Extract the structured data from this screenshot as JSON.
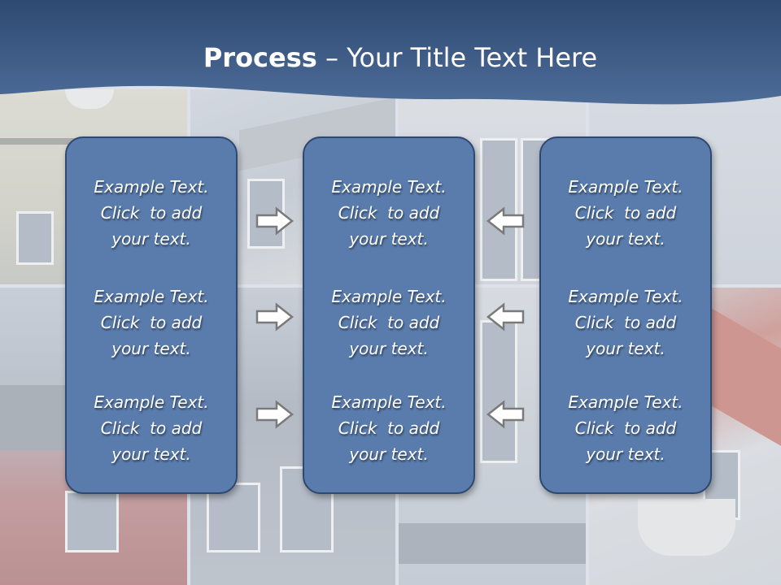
{
  "title": {
    "bold": "Process",
    "rest": " – Your Title Text Here"
  },
  "panels": [
    {
      "cells": [
        {
          "line1": "Example Text.",
          "line2": "Click  to add",
          "line3": "your text."
        },
        {
          "line1": "Example Text.",
          "line2": "Click  to add",
          "line3": "your text."
        },
        {
          "line1": "Example Text.",
          "line2": "Click  to add",
          "line3": "your text."
        }
      ]
    },
    {
      "cells": [
        {
          "line1": "Example Text.",
          "line2": "Click  to add",
          "line3": "your text."
        },
        {
          "line1": "Example Text.",
          "line2": "Click  to add",
          "line3": "your text."
        },
        {
          "line1": "Example Text.",
          "line2": "Click  to add",
          "line3": "your text."
        }
      ]
    },
    {
      "cells": [
        {
          "line1": "Example Text.",
          "line2": "Click  to add",
          "line3": "your text."
        },
        {
          "line1": "Example Text.",
          "line2": "Click  to add",
          "line3": "your text."
        },
        {
          "line1": "Example Text.",
          "line2": "Click  to add",
          "line3": "your text."
        }
      ]
    }
  ],
  "arrows": {
    "left_group": "arrow-right-icon",
    "right_group": "arrow-left-icon"
  },
  "colors": {
    "header": "#3d5a85",
    "panel_fill": "#5a7cad",
    "panel_border": "#2f4870",
    "arrow_fill": "#ffffff",
    "arrow_stroke": "#7a7a7a"
  }
}
